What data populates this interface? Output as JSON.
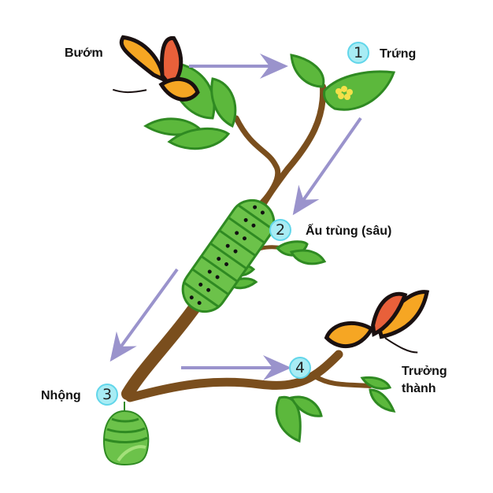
{
  "title": "Vòng đời của bướm",
  "colors": {
    "arrow": "#9a93cc",
    "badge_fill": "#a8ecf4",
    "badge_stroke": "#62d6ea",
    "branch": "#7a4e1d",
    "leaf": "#5cb83c",
    "leaf_dark": "#2f8a22",
    "caterpillar": "#6cc24a",
    "egg": "#f4e04a",
    "wing_orange": "#f6a623",
    "wing_red": "#e8603a",
    "wing_black": "#1a1010"
  },
  "stages": [
    {
      "number": "1",
      "label": "Trứng",
      "icon": "eggs-on-leaf-icon"
    },
    {
      "number": "2",
      "label": "Ấu trùng (sâu)",
      "icon": "caterpillar-icon"
    },
    {
      "number": "3",
      "label": "Nhộng",
      "icon": "chrysalis-icon"
    },
    {
      "number": "4",
      "label_line1": "Trưởng",
      "label_line2": "thành",
      "icon": "butterfly-icon"
    }
  ],
  "start_label": "Bướm"
}
